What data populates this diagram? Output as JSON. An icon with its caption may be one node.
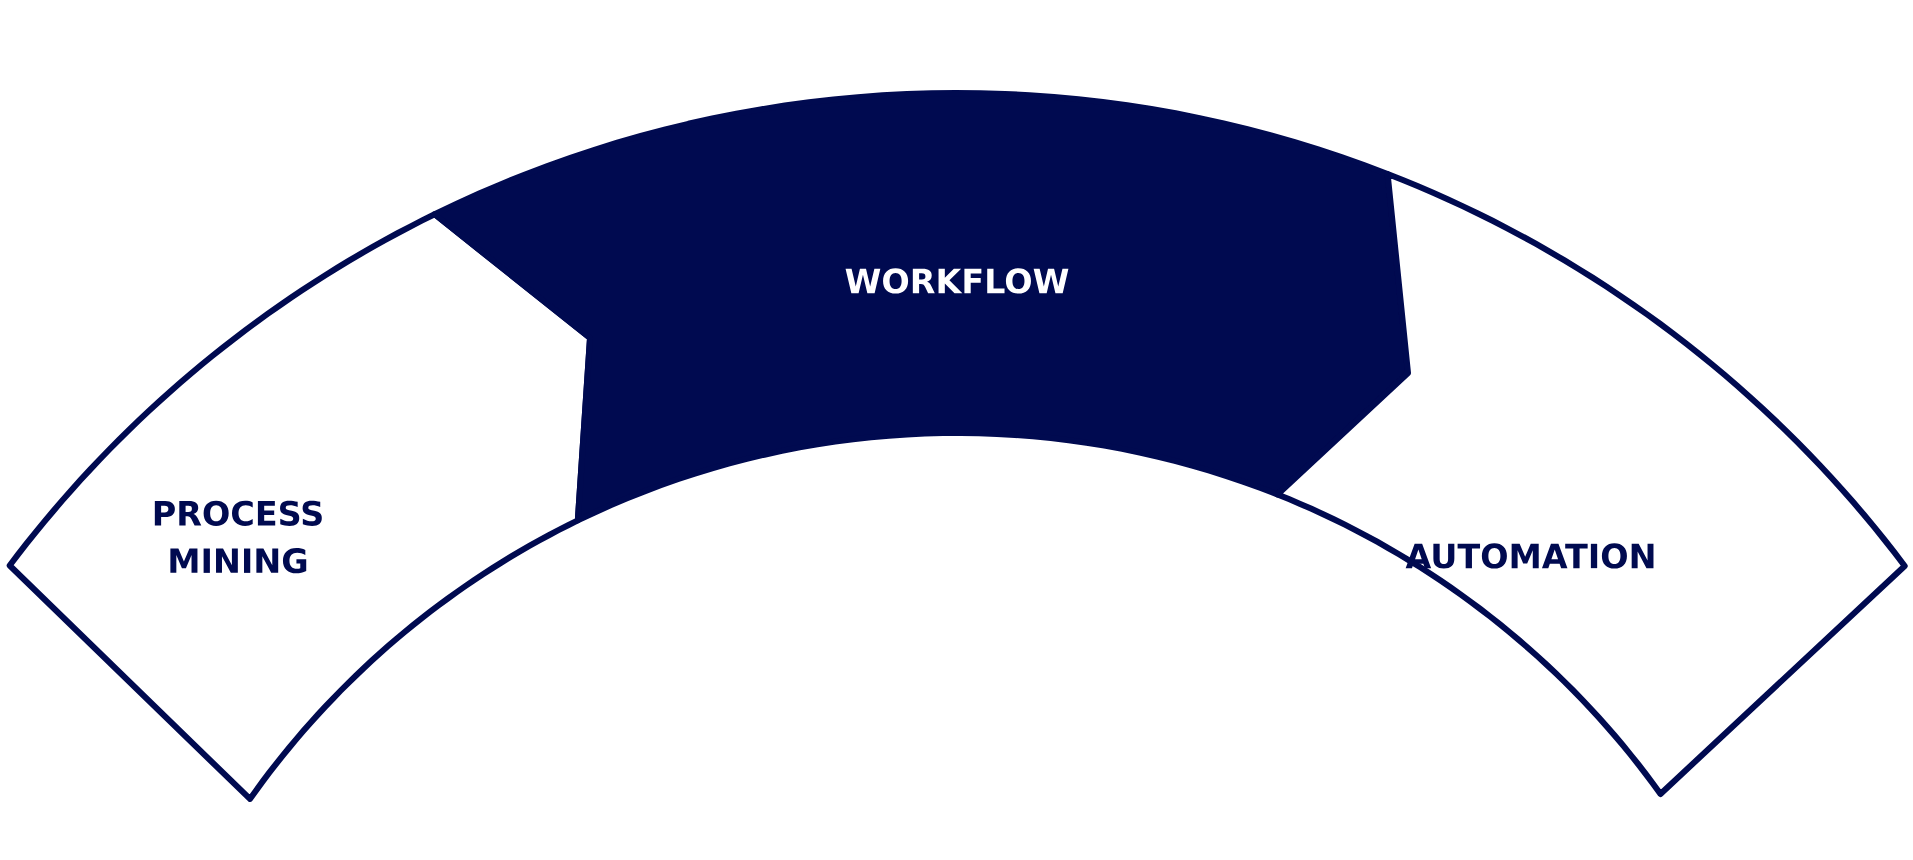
{
  "diagram": {
    "nodes": [
      {
        "text": [
          "PROCESS MINING"
        ]
      },
      {
        "text": [
          "WORKFLOW"
        ]
      },
      {
        "text": [
          "AUTOMATION"
        ]
      }
    ]
  }
}
